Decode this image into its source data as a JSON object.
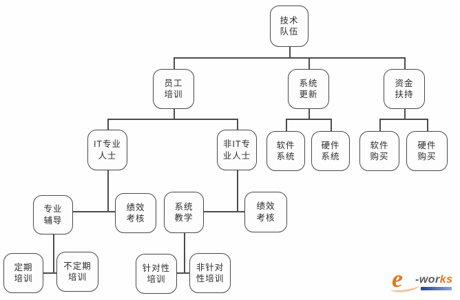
{
  "diagram": {
    "type": "org-tree",
    "nodes": {
      "tech_team": {
        "line1": "技术",
        "line2": "队伍"
      },
      "staff_training": {
        "line1": "员工",
        "line2": "培训"
      },
      "system_update": {
        "line1": "系统",
        "line2": "更新"
      },
      "funding_support": {
        "line1": "资金",
        "line2": "扶持"
      },
      "it_professionals": {
        "line1": "IT专业",
        "line2": "人士"
      },
      "non_it_professionals": {
        "line1": "非IT专",
        "line2": "业人士"
      },
      "software_system": {
        "line1": "软件",
        "line2": "系统"
      },
      "hardware_system": {
        "line1": "硬件",
        "line2": "系统"
      },
      "software_purchase": {
        "line1": "软件",
        "line2": "购买"
      },
      "hardware_purchase": {
        "line1": "硬件",
        "line2": "购买"
      },
      "professional_tutoring": {
        "line1": "专业",
        "line2": "辅导"
      },
      "performance_assessment_1": {
        "line1": "绩效",
        "line2": "考核"
      },
      "system_teaching": {
        "line1": "系统",
        "line2": "教学"
      },
      "performance_assessment_2": {
        "line1": "绩效",
        "line2": "考核"
      },
      "regular_training": {
        "line1": "定期",
        "line2": "培训"
      },
      "irregular_training": {
        "line1": "不定期",
        "line2": "培训"
      },
      "targeted_training": {
        "line1": "针对性",
        "line2": "培训"
      },
      "non_targeted_training": {
        "line1": "非针对",
        "line2": "性培训"
      }
    },
    "edges": [
      "技术队伍-员工培训",
      "技术队伍-系统更新",
      "技术队伍-资金扶持",
      "员工培训-IT专业人士",
      "员工培训-非IT专业人士",
      "系统更新-软件系统",
      "系统更新-硬件系统",
      "资金扶持-软件购买",
      "资金扶持-硬件购买",
      "IT专业人士-专业辅导",
      "IT专业人士-绩效考核",
      "非IT专业人士-系统教学",
      "非IT专业人士-绩效考核",
      "专业辅导-定期培训",
      "专业辅导-不定期培训",
      "系统教学-针对性培训",
      "系统教学-非针对性培训"
    ],
    "colors": {
      "line": "#4b4b4b",
      "node_border": "#474747",
      "text": "#2b2b2b",
      "background": "#fefefe"
    }
  },
  "logo": {
    "e": "e",
    "text_dark": "-wor",
    "text_accent": "ks",
    "accent_color": "#e2761b",
    "dark_color": "#58595b",
    "bar_color": "#3c55a5"
  }
}
